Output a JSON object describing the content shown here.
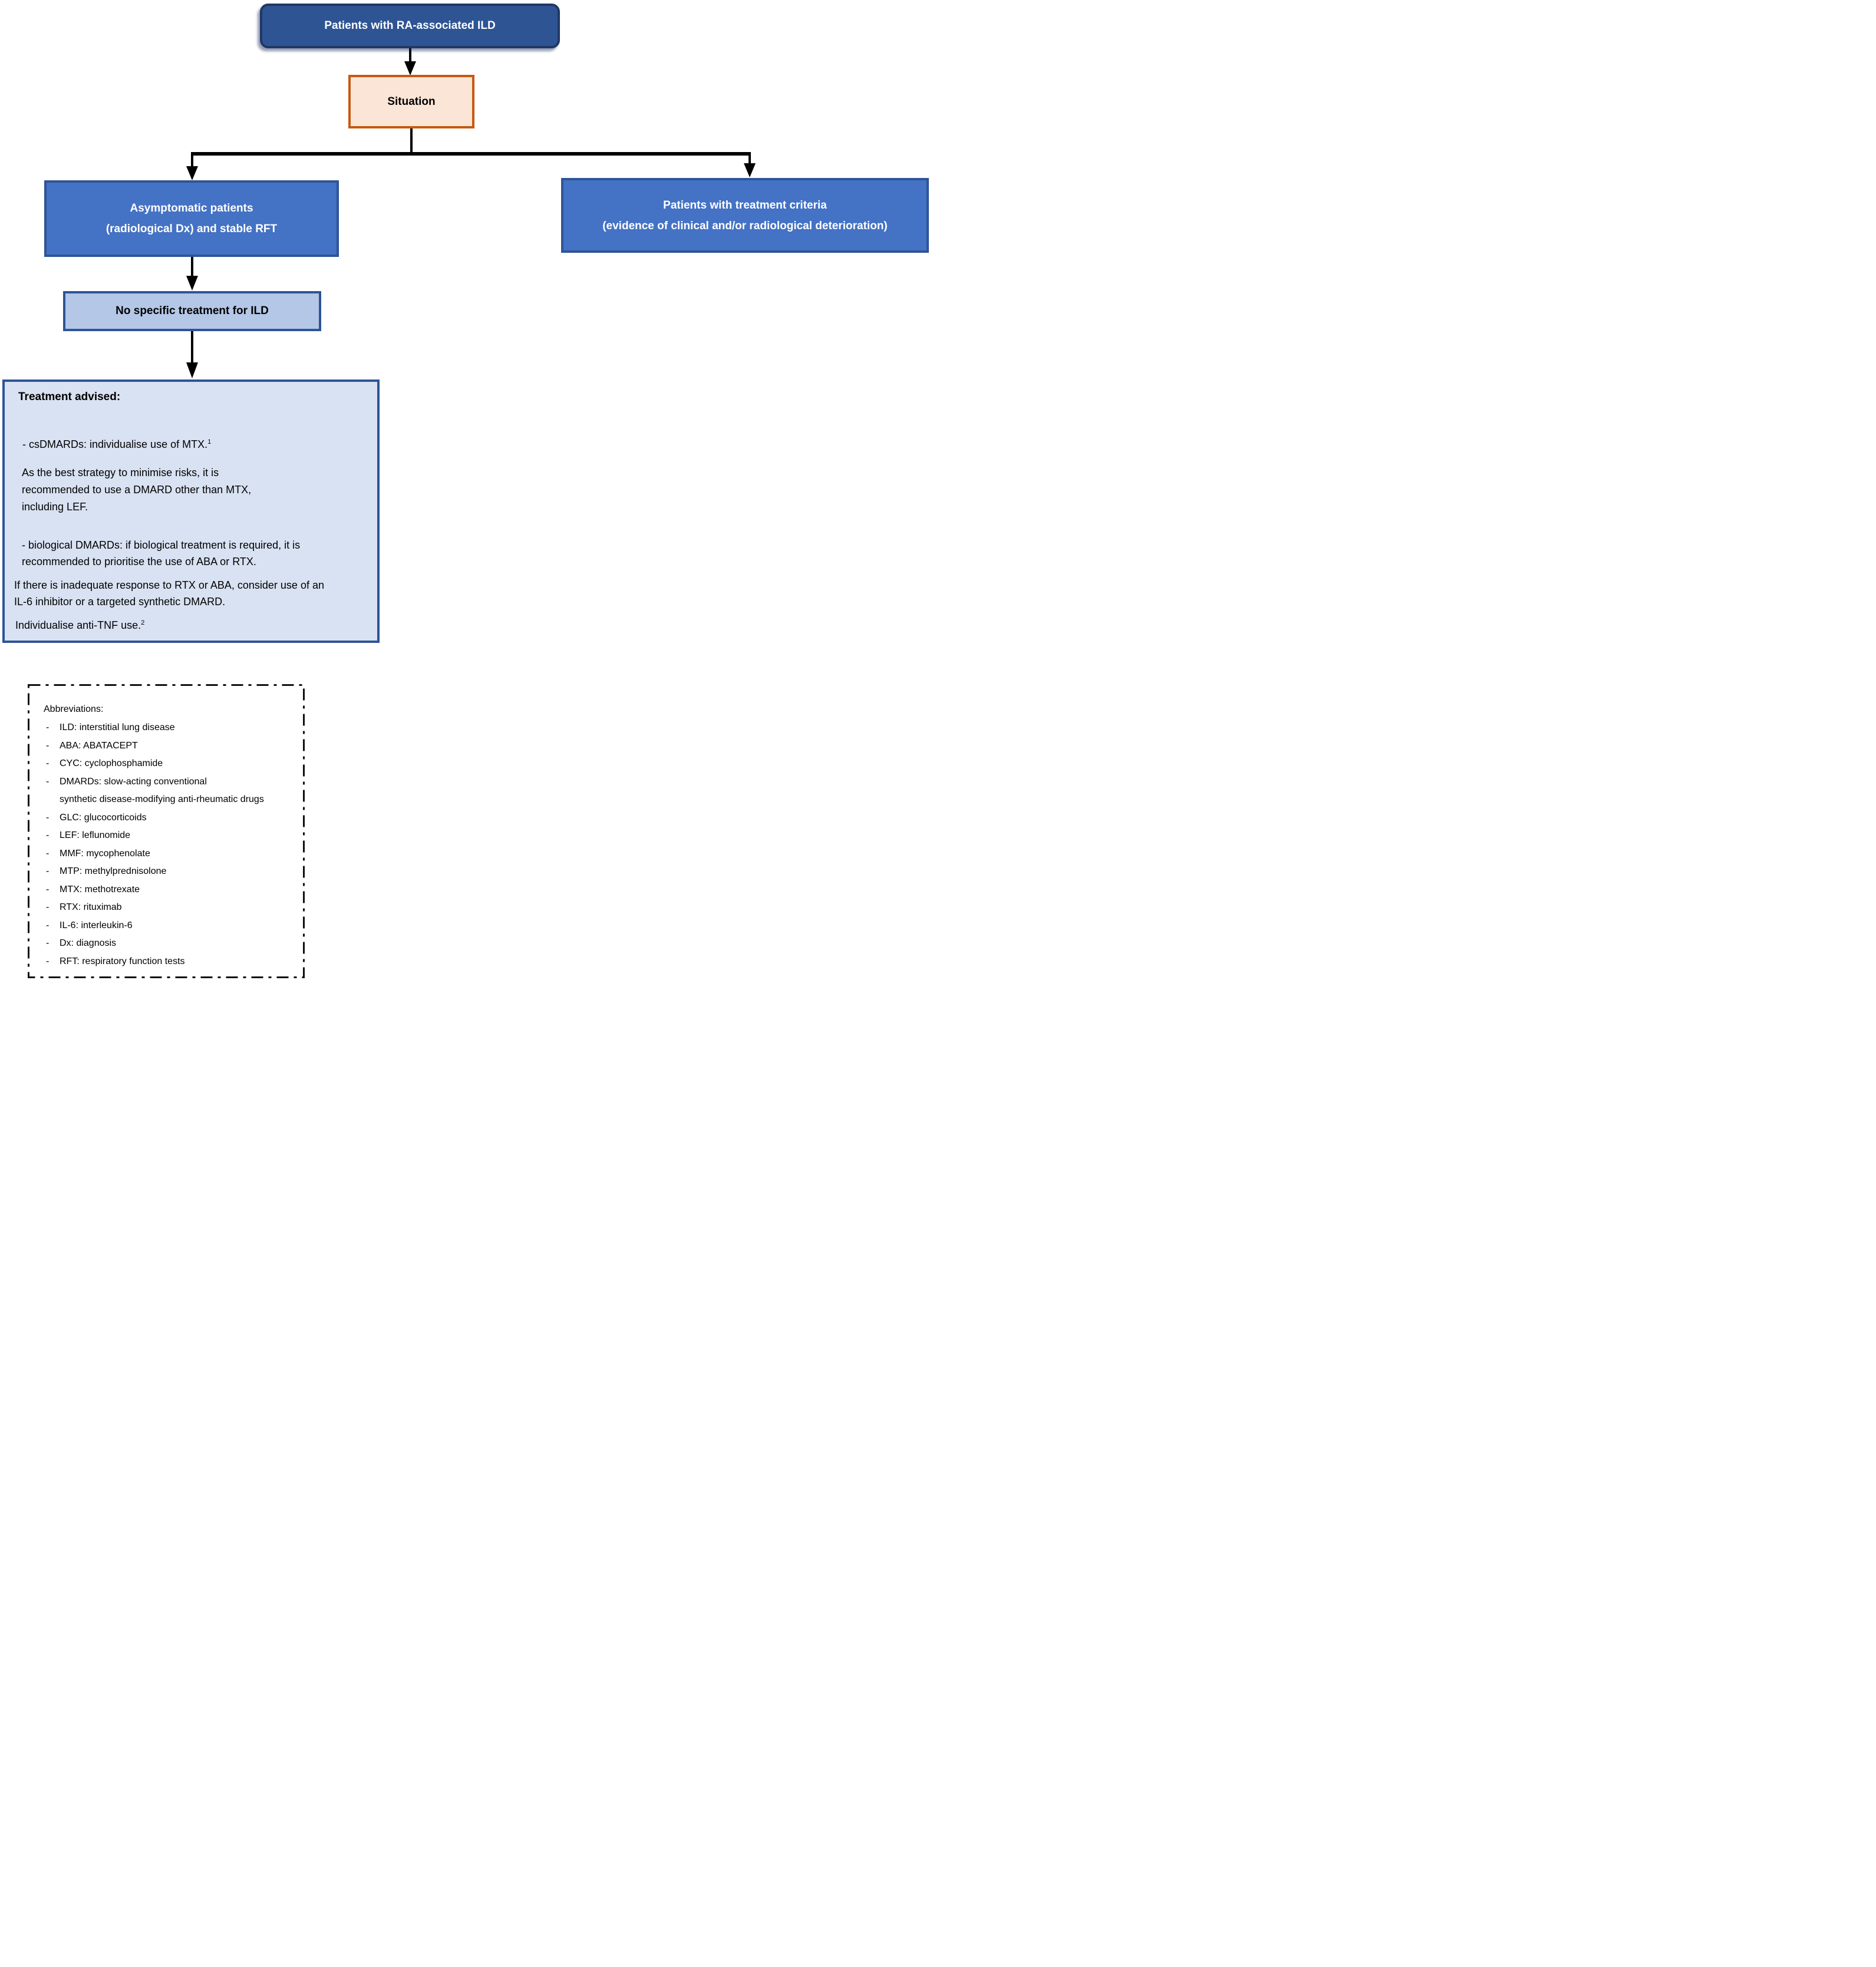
{
  "colors": {
    "root_fill": "#2e5493",
    "root_border": "#203864",
    "situation_fill": "#fbe5d6",
    "situation_border": "#c55a11",
    "branch_fill": "#4472c4",
    "branch_border": "#2f5496",
    "light_fill": "#b4c7e7",
    "light_border": "#2f5496",
    "panel_fill": "#d9e2f2",
    "panel_border": "#2f5496",
    "arrow": "#000000",
    "abbr_border": "#111111"
  },
  "flowchart": {
    "root_box": {
      "label": "Patients with RA-associated ILD"
    },
    "situation_box": {
      "label": "Situation"
    },
    "left_branch_box": {
      "line1": "Asymptomatic patients",
      "line2": "(radiological Dx) and stable RFT"
    },
    "right_branch_box": {
      "line1": "Patients with treatment criteria",
      "line2": "(evidence of clinical and/or radiological deterioration)"
    },
    "no_treatment_box": {
      "label": "No specific treatment for ILD"
    },
    "treatment_box": {
      "title": "Treatment advised:",
      "csdmards": {
        "text": "- csDMARDs: individualise use of MTX.",
        "sup": "1"
      },
      "strategy_lines": [
        "As the best strategy to minimise risks, it is",
        "recommended to use a DMARD other than MTX,",
        "including LEF."
      ],
      "biological_lines": [
        "- biological DMARDs: if biological treatment is required, it is",
        "recommended to prioritise the use of ABA or RTX."
      ],
      "inadequate_lines": [
        "If there is inadequate response to RTX or ABA, consider use of an",
        "IL-6 inhibitor or a targeted synthetic DMARD."
      ],
      "tnf": {
        "text": "Individualise anti-TNF use.",
        "sup": "2"
      }
    }
  },
  "abbreviations": {
    "title": "Abbreviations:",
    "items": [
      {
        "dash": "-",
        "text": "ILD: interstitial lung disease"
      },
      {
        "dash": "-",
        "text": "ABA: ABATACEPT"
      },
      {
        "dash": "-",
        "text": "CYC: cyclophosphamide"
      },
      {
        "dash": "-",
        "text": "DMARDs: slow-acting conventional"
      },
      {
        "dash": "",
        "text": "synthetic disease-modifying anti-rheumatic drugs"
      },
      {
        "dash": "-",
        "text": "GLC: glucocorticoids"
      },
      {
        "dash": "-",
        "text": "LEF: leflunomide"
      },
      {
        "dash": "-",
        "text": "MMF: mycophenolate"
      },
      {
        "dash": "-",
        "text": "MTP: methylprednisolone"
      },
      {
        "dash": "-",
        "text": "MTX: methotrexate"
      },
      {
        "dash": "-",
        "text": "RTX: rituximab"
      },
      {
        "dash": "-",
        "text": "IL-6: interleukin-6"
      },
      {
        "dash": "-",
        "text": "Dx: diagnosis"
      },
      {
        "dash": "-",
        "text": "RFT: respiratory function tests"
      }
    ]
  }
}
